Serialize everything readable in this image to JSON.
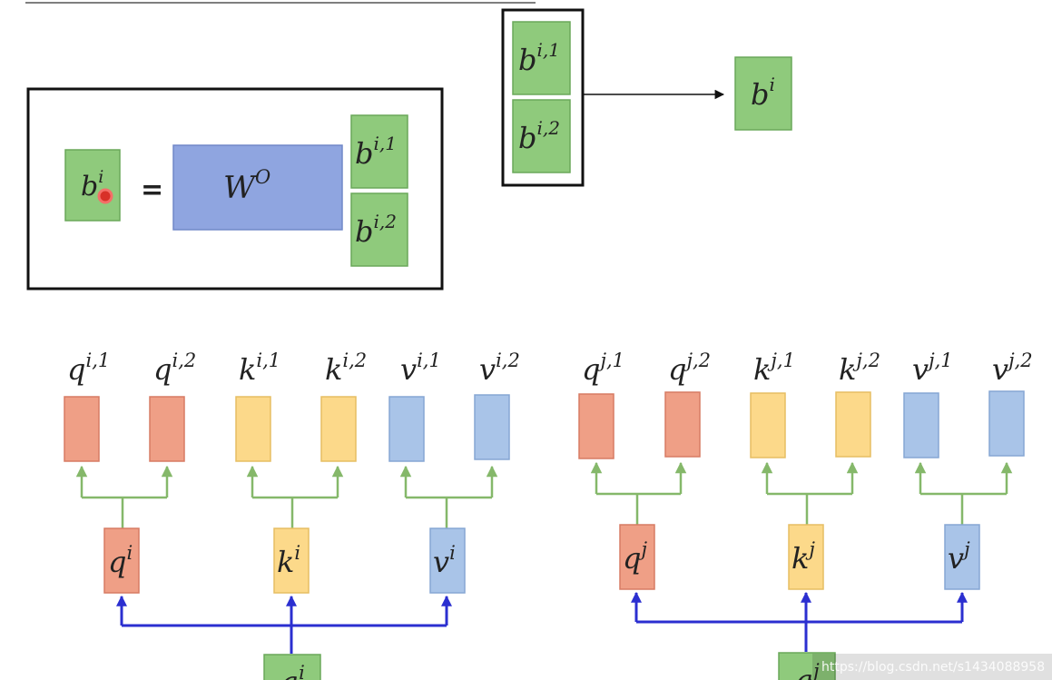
{
  "colors": {
    "green_box": "#8fca7c",
    "query": "#ef9f86",
    "key": "#fcd98a",
    "value": "#a9c4e8",
    "weight_matrix": "#8fa5e0",
    "split_arrow": "#85b86a",
    "input_arrow": "#2b2fd0"
  },
  "concat": {
    "top": {
      "base": "b",
      "sup": "i,1"
    },
    "bottom": {
      "base": "b",
      "sup": "i,2"
    },
    "result": {
      "base": "b",
      "sup": "i"
    }
  },
  "equation": {
    "lhs": {
      "base": "b",
      "sup": "i"
    },
    "equals": "=",
    "matrix": {
      "base": "W",
      "sup": "O"
    },
    "vec_top": {
      "base": "b",
      "sup": "i,1"
    },
    "vec_bottom": {
      "base": "b",
      "sup": "i,2"
    }
  },
  "groups": [
    {
      "heads": [
        {
          "base": "q",
          "sup": "i,1"
        },
        {
          "base": "q",
          "sup": "i,2"
        },
        {
          "base": "k",
          "sup": "i,1"
        },
        {
          "base": "k",
          "sup": "i,2"
        },
        {
          "base": "v",
          "sup": "i,1"
        },
        {
          "base": "v",
          "sup": "i,2"
        }
      ],
      "parents": [
        {
          "base": "q",
          "sup": "i"
        },
        {
          "base": "k",
          "sup": "i"
        },
        {
          "base": "v",
          "sup": "i"
        }
      ],
      "input": {
        "base": "a",
        "sup": "i"
      }
    },
    {
      "heads": [
        {
          "base": "q",
          "sup": "j,1"
        },
        {
          "base": "q",
          "sup": "j,2"
        },
        {
          "base": "k",
          "sup": "j,1"
        },
        {
          "base": "k",
          "sup": "j,2"
        },
        {
          "base": "v",
          "sup": "j,1"
        },
        {
          "base": "v",
          "sup": "j,2"
        }
      ],
      "parents": [
        {
          "base": "q",
          "sup": "j"
        },
        {
          "base": "k",
          "sup": "j"
        },
        {
          "base": "v",
          "sup": "j"
        }
      ],
      "input": {
        "base": "a",
        "sup": "j"
      }
    }
  ],
  "watermark": "https://blog.csdn.net/s1434088958"
}
